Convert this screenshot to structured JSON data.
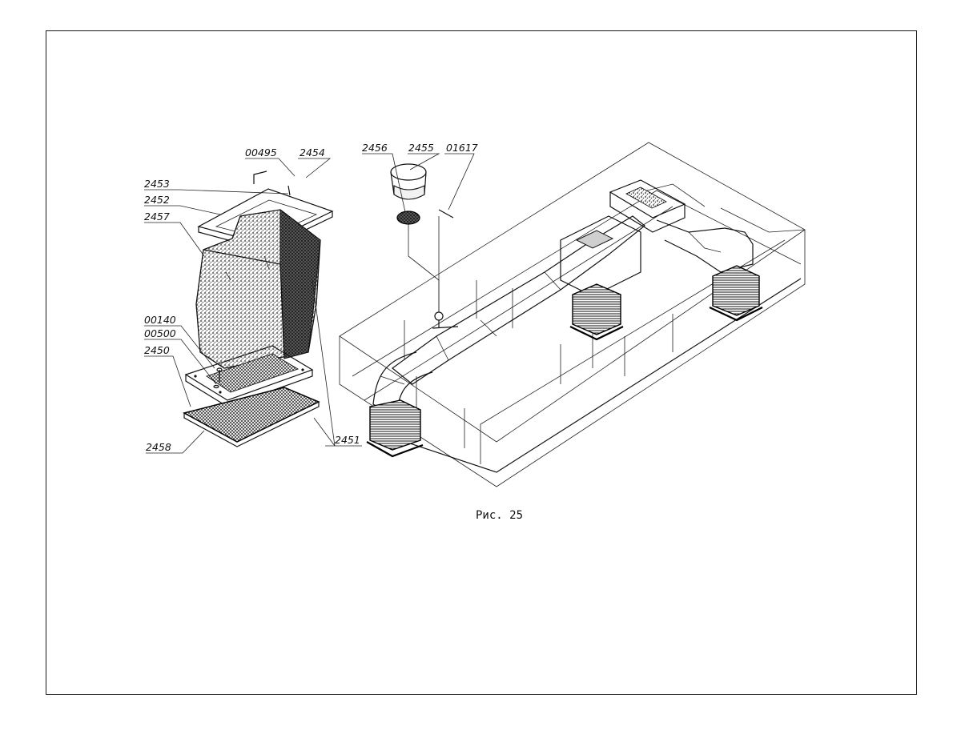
{
  "figure": {
    "caption": "Рис. 25",
    "callouts": {
      "c00495": "00495",
      "c2454": "2454",
      "c2453": "2453",
      "c2452": "2452",
      "c2457": "2457",
      "c00140": "00140",
      "c00500": "00500",
      "c2450": "2450",
      "c2458": "2458",
      "c2451": "2451",
      "c2456": "2456",
      "c2455": "2455",
      "c01617": "01617"
    }
  },
  "colors": {
    "ink": "#111111",
    "paper": "#ffffff"
  }
}
